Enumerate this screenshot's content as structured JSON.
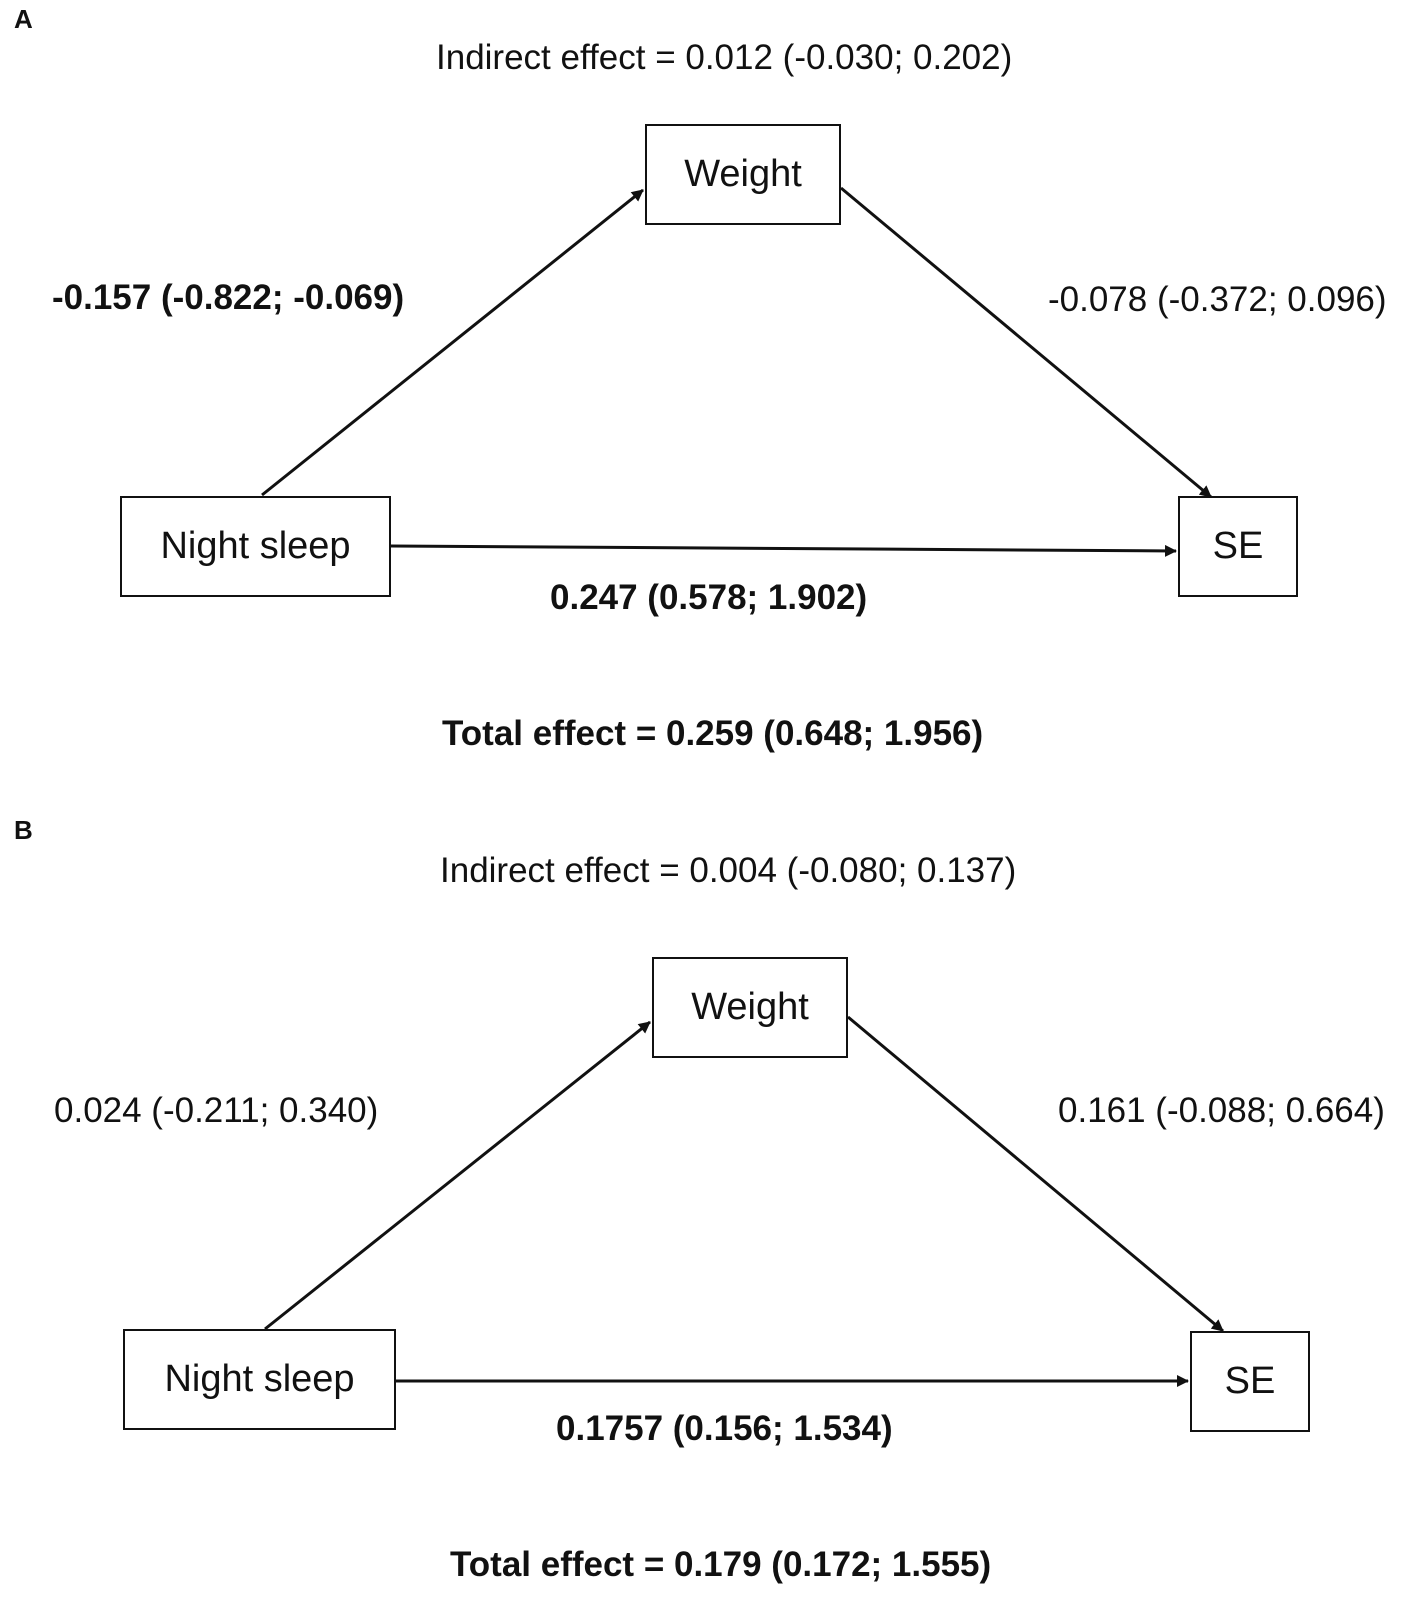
{
  "panels": [
    {
      "label": "A",
      "indirect_effect": "Indirect effect = 0.012 (-0.030; 0.202)",
      "total_effect": "Total effect = 0.259 (0.648; 1.956)",
      "nodes": {
        "mediator": "Weight",
        "predictor": "Night sleep",
        "outcome": "SE"
      },
      "paths": {
        "a": {
          "text": "-0.157 (-0.822; -0.069)",
          "bold": true
        },
        "b": {
          "text": "-0.078 (-0.372; 0.096)",
          "bold": false
        },
        "c": {
          "text": "0.247 (0.578; 1.902)",
          "bold": true
        }
      }
    },
    {
      "label": "B",
      "indirect_effect": "Indirect effect = 0.004 (-0.080; 0.137)",
      "total_effect": "Total effect = 0.179 (0.172; 1.555)",
      "nodes": {
        "mediator": "Weight",
        "predictor": "Night sleep",
        "outcome": "SE"
      },
      "paths": {
        "a": {
          "text": "0.024 (-0.211; 0.340)",
          "bold": false
        },
        "b": {
          "text": "0.161 (-0.088; 0.664)",
          "bold": false
        },
        "c": {
          "text": "0.1757 (0.156; 1.534)",
          "bold": true
        }
      }
    }
  ]
}
